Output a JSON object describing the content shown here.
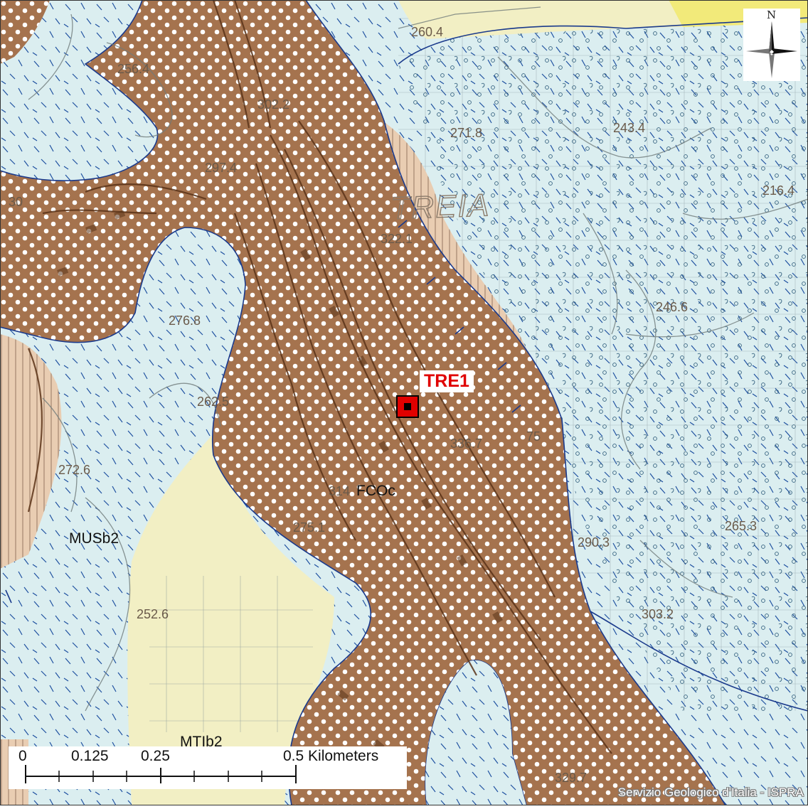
{
  "map": {
    "town_name": "TREIA",
    "site_label": "TRE1",
    "unit_labels": [
      "FCOc",
      "MUSb2",
      "MTIb2"
    ],
    "elevations": [
      "256.4",
      "260.4",
      "302.2",
      "297.4",
      "271.8",
      "243.4",
      "216.4",
      "322.1",
      "276.8",
      "246.6",
      "262.5",
      "272.6",
      "336.7",
      "314",
      "275.1",
      "265.3",
      "290.3",
      "252.6",
      "303.2",
      "329.7"
    ],
    "edge_mark": "30",
    "dip_mark": "75",
    "north_letter": "N",
    "scale_labels": [
      "0",
      "0.125",
      "0.25",
      "0.5 Kilometers"
    ],
    "credit": "Servizio Geologico d'Italia - ISPRA",
    "colors": {
      "fcoc_brown": "#a5734e",
      "musb_lightblue": "#dbeef0",
      "mtib_yellow": "#f2efc4",
      "lens_peach": "#e9cdb2",
      "yellow_patch": "#f2ea7a",
      "symbol_blue": "#1e50a0",
      "contact_blue": "#1a3a8c",
      "site_red": "#e00000"
    }
  }
}
